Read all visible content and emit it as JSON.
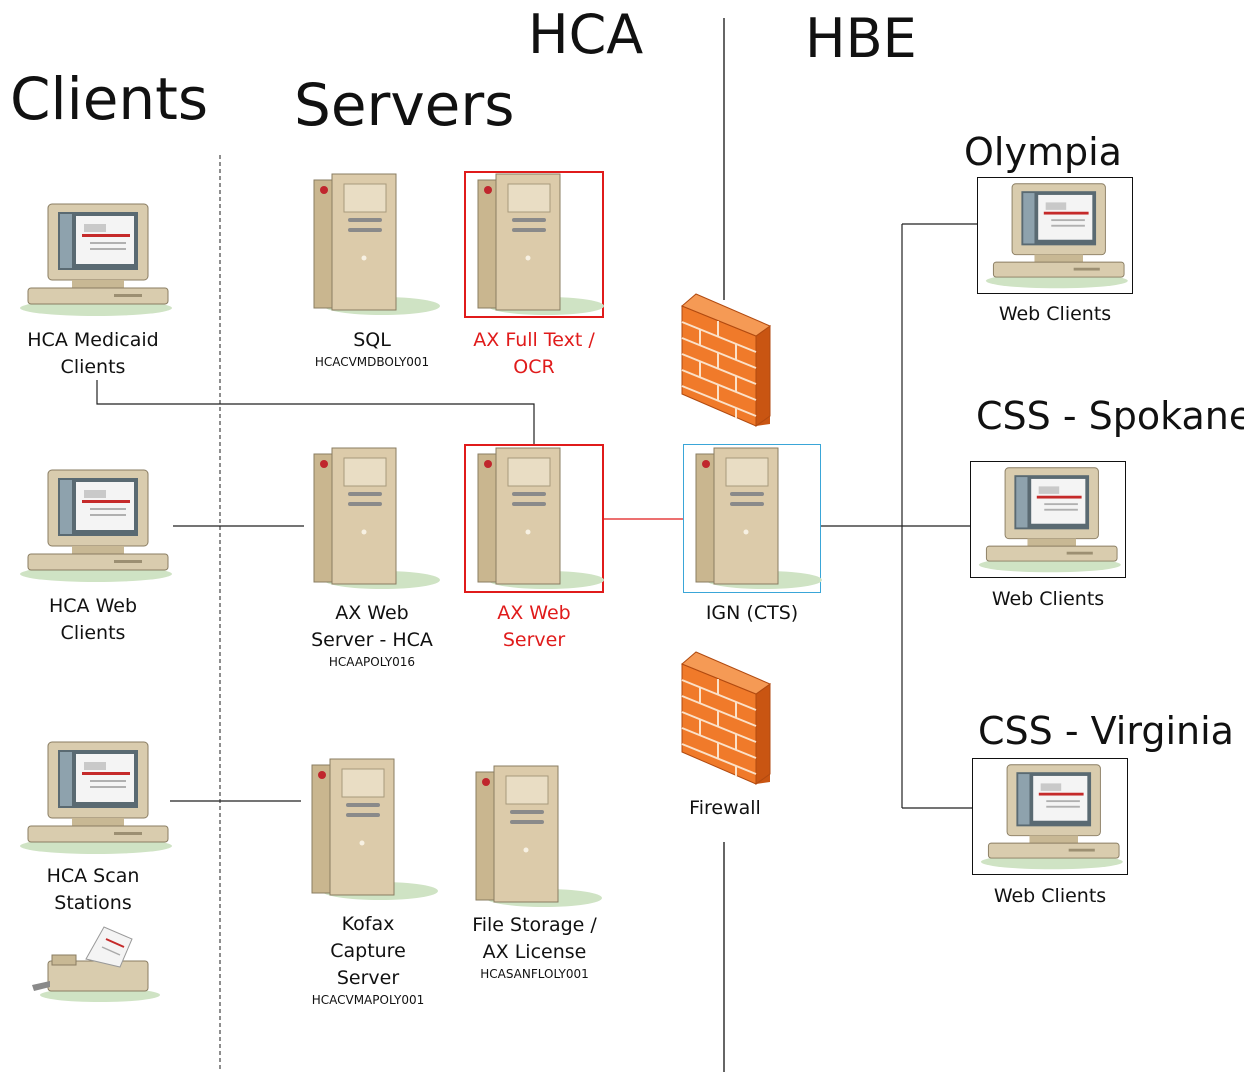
{
  "headers": {
    "hca": "HCA",
    "hbe": "HBE",
    "clients": "Clients",
    "servers": "Servers",
    "olympia": "Olympia",
    "spokane": "CSS - Spokane",
    "virginia": "CSS - Virginia"
  },
  "clients": [
    {
      "line1": "HCA Medicaid",
      "line2": "Clients",
      "icon": "desktop-computer-icon"
    },
    {
      "line1": "HCA Web",
      "line2": "Clients",
      "icon": "desktop-computer-icon"
    },
    {
      "line1": "HCA Scan",
      "line2": "Stations",
      "icon": "desktop-computer-icon"
    }
  ],
  "servers": {
    "sql": {
      "line1": "SQL",
      "host": "HCACVMDBOLY001",
      "icon": "server-tower-icon"
    },
    "ax_fulltext": {
      "line1": "AX Full Text /",
      "line2": "OCR",
      "icon": "server-tower-icon"
    },
    "ax_web_hca": {
      "line1": "AX Web",
      "line2": "Server - HCA",
      "host": "HCAAPOLY016",
      "icon": "server-tower-icon"
    },
    "ax_web": {
      "line1": "AX Web",
      "line2": "Server",
      "icon": "server-tower-icon"
    },
    "ign": {
      "line1": "IGN (CTS)",
      "icon": "server-tower-icon"
    },
    "kofax": {
      "line1": "Kofax",
      "line2": "Capture",
      "line3": "Server",
      "host": "HCACVMAPOLY001",
      "icon": "server-tower-icon"
    },
    "file_storage": {
      "line1": "File Storage /",
      "line2": "AX License",
      "host": "HCASANFLOLY001",
      "icon": "server-tower-icon"
    }
  },
  "firewall": {
    "label": "Firewall",
    "icon": "firewall-icon"
  },
  "scanner_icon": "scanner-icon",
  "remote_clients": [
    {
      "label": "Web Clients",
      "icon": "desktop-computer-icon"
    },
    {
      "label": "Web Clients",
      "icon": "desktop-computer-icon"
    },
    {
      "label": "Web Clients",
      "icon": "desktop-computer-icon"
    }
  ],
  "colors": {
    "highlight_red": "#e01b1b",
    "highlight_blue": "#3aa6d8",
    "line": "#222222",
    "server_body": "#d8c6a2",
    "firewall_orange": "#f07a2a"
  }
}
